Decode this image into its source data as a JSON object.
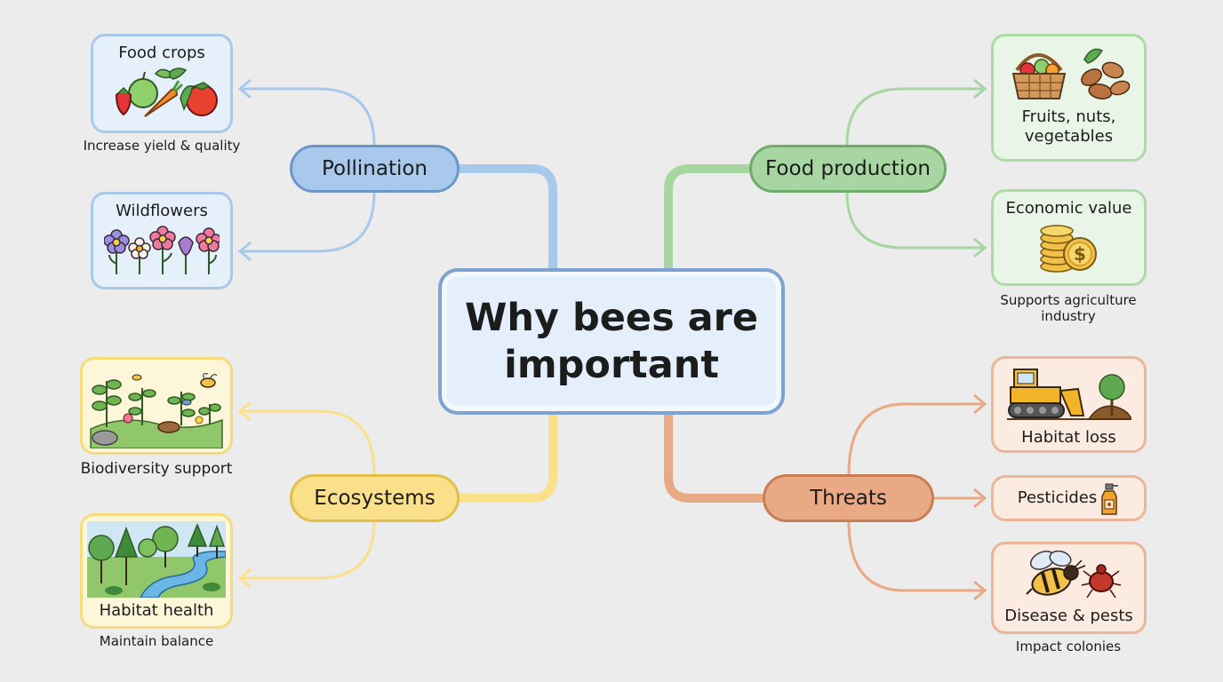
{
  "center": {
    "title_line1": "Why bees are",
    "title_line2": "important"
  },
  "branches": {
    "pollination": {
      "label": "Pollination",
      "color": "#a9c9ec",
      "items": [
        {
          "label": "Food crops",
          "note": "Increase yield & quality",
          "icon": "fruit-vegetable-icon"
        },
        {
          "label": "Wildflowers",
          "icon": "flowers-icon"
        }
      ]
    },
    "food_production": {
      "label": "Food production",
      "color": "#a8d6a2",
      "items": [
        {
          "label_line1": "Fruits, nuts,",
          "label_line2": "vegetables",
          "icon": "basket-nuts-icon"
        },
        {
          "label": "Economic value",
          "note_line1": "Supports agriculture",
          "note_line2": "industry",
          "icon": "coins-icon"
        }
      ]
    },
    "ecosystems": {
      "label": "Ecosystems",
      "color": "#fbe08c",
      "items": [
        {
          "label": "Biodiversity support",
          "icon": "biodiversity-icon"
        },
        {
          "label": "Habitat health",
          "note": "Maintain balance",
          "icon": "forest-river-icon"
        }
      ]
    },
    "threats": {
      "label": "Threats",
      "color": "#e8a984",
      "items": [
        {
          "label": "Habitat loss",
          "icon": "bulldozer-icon"
        },
        {
          "label": "Pesticides",
          "icon": "spray-bottle-icon"
        },
        {
          "label": "Disease & pests",
          "note": "Impact colonies",
          "icon": "bee-mite-icon"
        }
      ]
    }
  }
}
